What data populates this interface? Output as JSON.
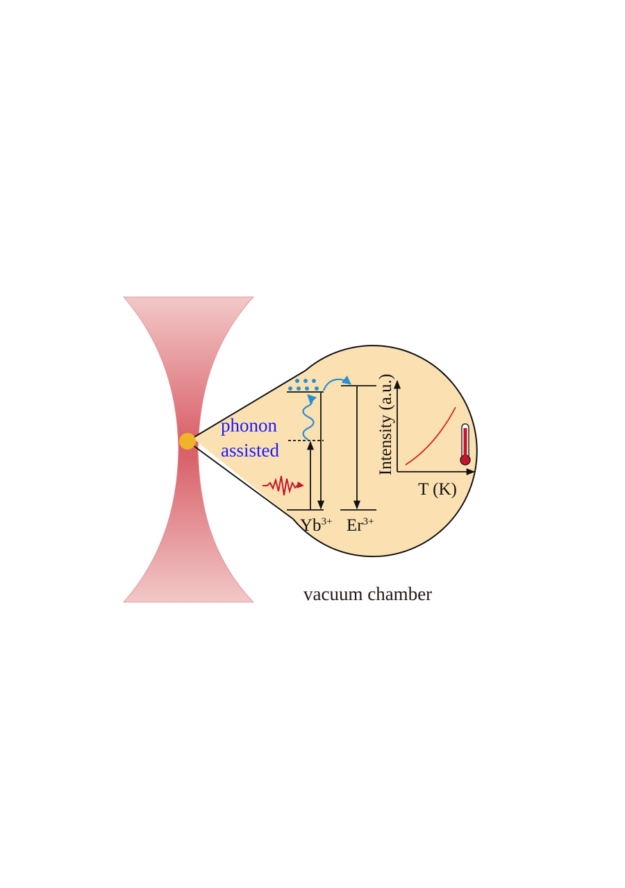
{
  "labels": {
    "phonon_line1": "phonon",
    "phonon_line2": "assisted",
    "yb": "Yb",
    "yb_sup": "3+",
    "er": "Er",
    "er_sup": "3+",
    "y_axis": "Intensity (a.u.)",
    "x_axis": "T (K)",
    "caption": "vacuum chamber"
  },
  "colors": {
    "beam_center": "#d9636b",
    "beam_edge": "#f2c8c8",
    "particle": "#f0b42a",
    "bubble": "#fbe1b2",
    "phonon_text": "#1a1aff",
    "phonon_wave": "#2a8fd0",
    "laser": "#c8142a",
    "curve": "#d0202a"
  },
  "icons": [
    "laser-wave-icon",
    "thermometer-icon",
    "electron-dots-icon"
  ]
}
